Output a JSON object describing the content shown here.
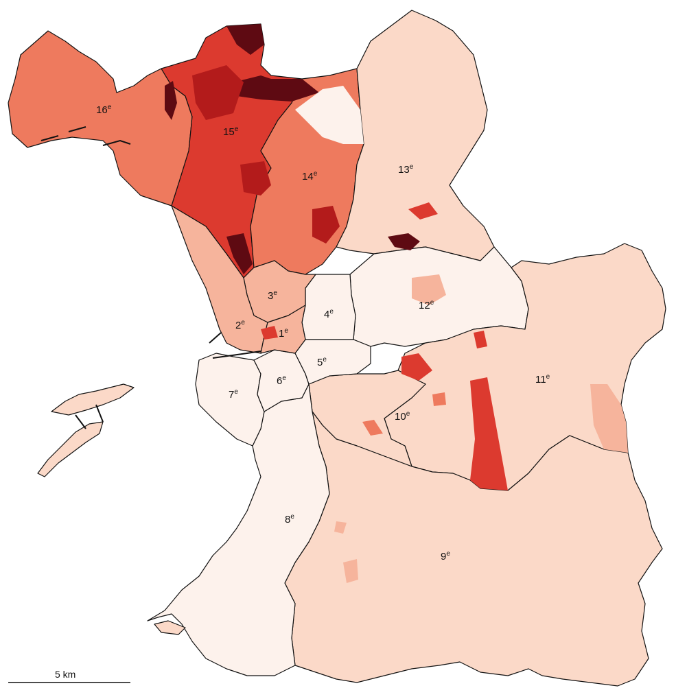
{
  "map": {
    "palette": {
      "c1": "#fdf2ec",
      "c2": "#fbd9c8",
      "c3": "#f6b49c",
      "c4": "#ee7a5e",
      "c5": "#dc3a2f",
      "c6": "#b31b1b",
      "c7": "#5e0a12",
      "border": "#111111"
    },
    "districts": [
      {
        "id": "1",
        "num": "1",
        "sup": "e"
      },
      {
        "id": "2",
        "num": "2",
        "sup": "e"
      },
      {
        "id": "3",
        "num": "3",
        "sup": "e"
      },
      {
        "id": "4",
        "num": "4",
        "sup": "e"
      },
      {
        "id": "5",
        "num": "5",
        "sup": "e"
      },
      {
        "id": "6",
        "num": "6",
        "sup": "e"
      },
      {
        "id": "7",
        "num": "7",
        "sup": "e"
      },
      {
        "id": "8",
        "num": "8",
        "sup": "e"
      },
      {
        "id": "9",
        "num": "9",
        "sup": "e"
      },
      {
        "id": "10",
        "num": "10",
        "sup": "e"
      },
      {
        "id": "11",
        "num": "11",
        "sup": "e"
      },
      {
        "id": "12",
        "num": "12",
        "sup": "e"
      },
      {
        "id": "13",
        "num": "13",
        "sup": "e"
      },
      {
        "id": "14",
        "num": "14",
        "sup": "e"
      },
      {
        "id": "15",
        "num": "15",
        "sup": "e"
      },
      {
        "id": "16",
        "num": "16",
        "sup": "e"
      }
    ],
    "scale_bar": {
      "label": "5 km"
    }
  }
}
